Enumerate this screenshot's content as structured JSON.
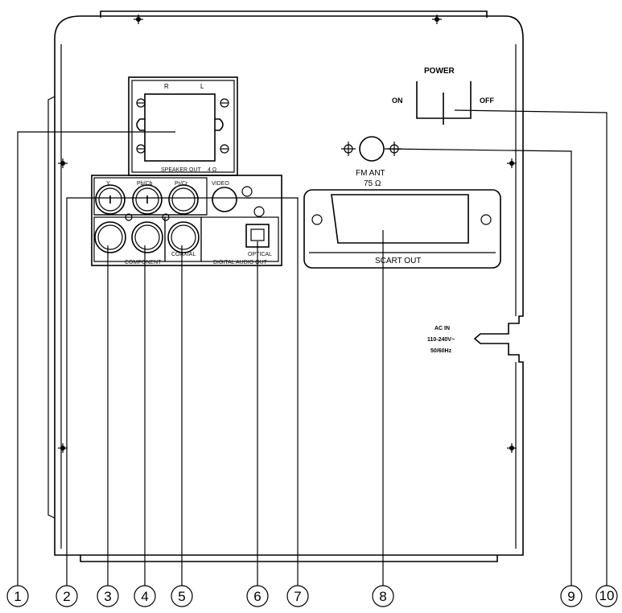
{
  "labels": {
    "power": "POWER",
    "on": "ON",
    "off": "OFF",
    "fm_ant": "FM ANT",
    "fm_ohm": "75 Ω",
    "scart_out": "SCART OUT",
    "ac_in": "AC IN",
    "voltage": "110-240V~",
    "frequency": "50/60Hz",
    "speaker_r": "R",
    "speaker_l": "L",
    "speaker_out": "SPEAKER OUT",
    "speaker_ohm": "4 Ω",
    "y": "Y",
    "pb_cb": "Pb/Cb",
    "pr_cr": "Pr/Cr",
    "video": "VIDEO",
    "component": "COMPONENT",
    "coaxial": "COAXIAL",
    "digital_out": "DIGITAL AUDIO OUT",
    "optical": "OPTICAL"
  },
  "callouts": [
    "1",
    "2",
    "3",
    "4",
    "5",
    "6",
    "7",
    "8",
    "9",
    "10"
  ]
}
